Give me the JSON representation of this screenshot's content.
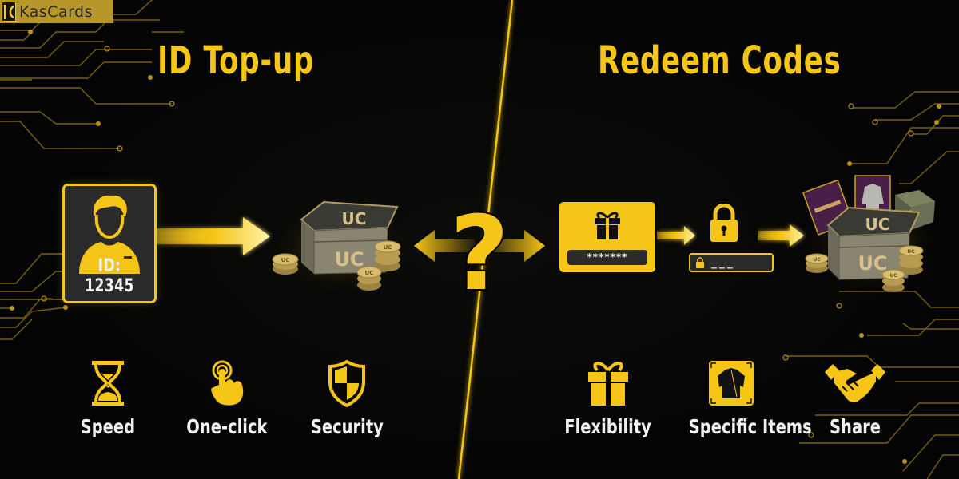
{
  "brand": {
    "name": "KasCards",
    "mark": "K"
  },
  "left": {
    "title": "ID Top-up",
    "id_card": {
      "label": "ID: 12345",
      "icon": "user-profile-icon"
    },
    "reward": {
      "chest_label": "UC",
      "coin_label": "UC"
    },
    "features": [
      {
        "label": "Speed",
        "icon": "hourglass-icon"
      },
      {
        "label": "One-click",
        "icon": "tap-finger-icon"
      },
      {
        "label": "Security",
        "icon": "shield-icon"
      }
    ]
  },
  "center": {
    "symbol": "?",
    "icon": "question-with-bidirectional-arrows-icon"
  },
  "right": {
    "title": "Redeem Codes",
    "code_card": {
      "masked_code": "*******",
      "icon": "gift-icon"
    },
    "lock_field": {
      "value": "___",
      "icon": "lock-icon"
    },
    "reward": {
      "chest_label": "UC",
      "coin_label": "UC",
      "extras": [
        "rifle-skin",
        "jacket-skin",
        "supply-crate"
      ]
    },
    "features": [
      {
        "label": "Flexibility",
        "icon": "gift-icon"
      },
      {
        "label": "Specific Items",
        "icon": "jacket-icon"
      },
      {
        "label": "Share",
        "icon": "handshake-icon"
      }
    ]
  },
  "colors": {
    "accent": "#f5c518",
    "background": "#050505",
    "panel": "#2b2b2b",
    "text": "#f1f1f1"
  }
}
